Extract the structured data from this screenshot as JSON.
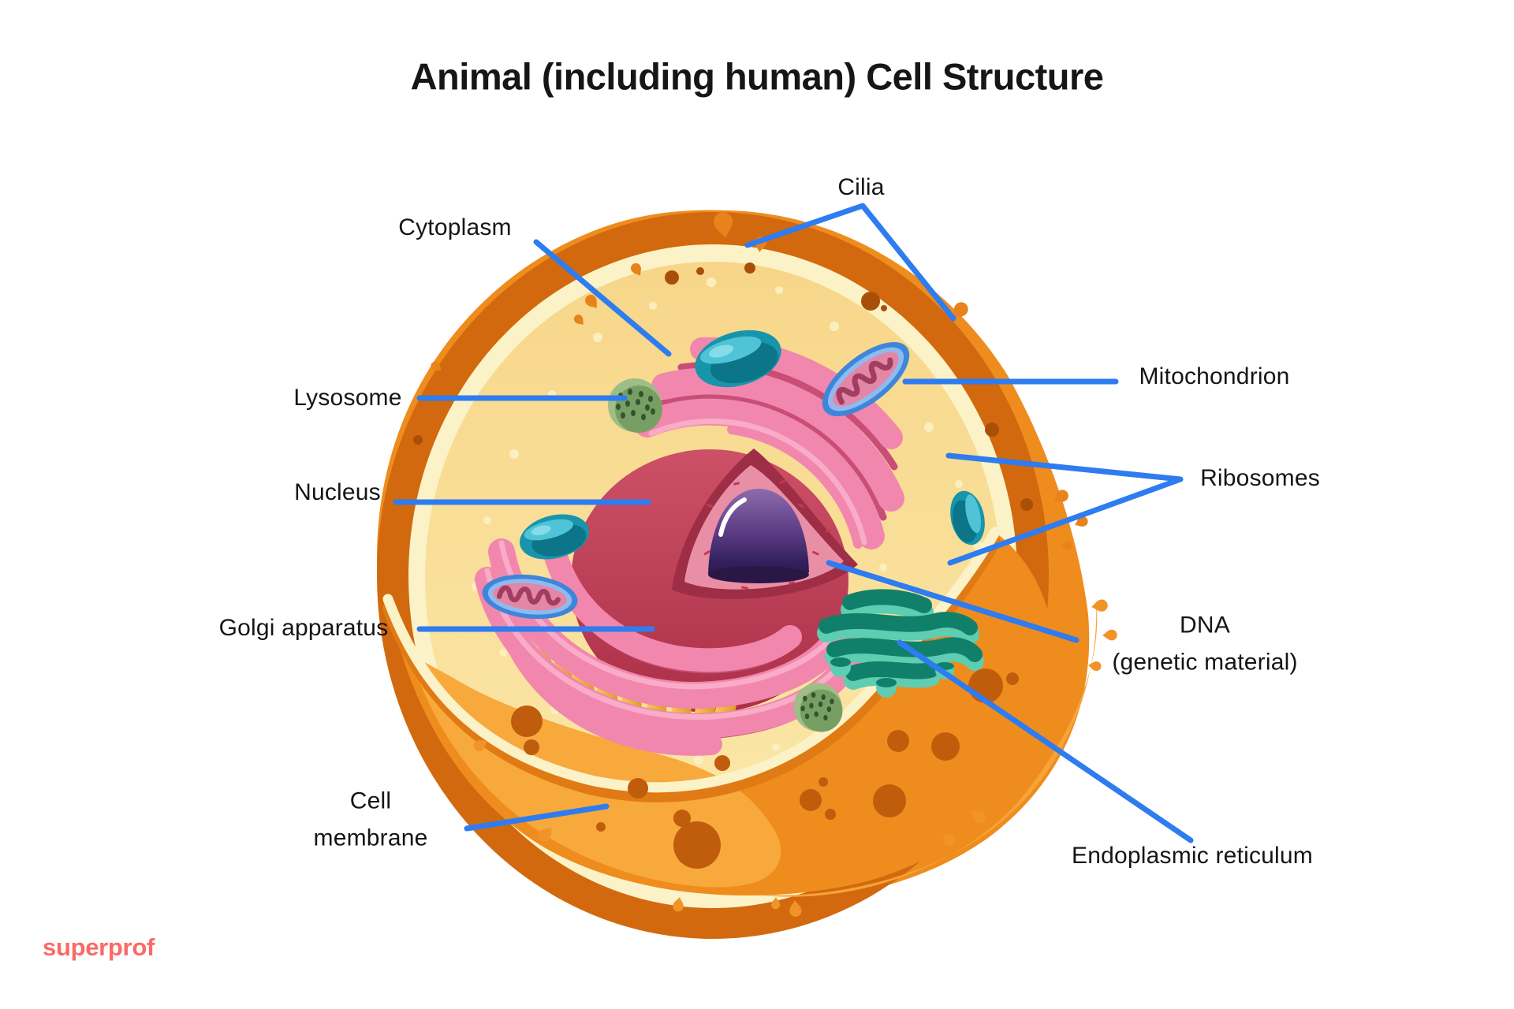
{
  "title": "Animal (including human) Cell Structure",
  "brand": "superprof",
  "accent_color": "#2E7CF0",
  "brand_color": "#F96B66",
  "labels": {
    "cytoplasm": "Cytoplasm",
    "cilia": "Cilia",
    "lysosome": "Lysosome",
    "nucleus": "Nucleus",
    "golgi_apparatus": "Golgi apparatus",
    "cell_membrane": {
      "line1": "Cell",
      "line2": "membrane"
    },
    "mitochondrion": "Mitochondrion",
    "ribosomes": "Ribosomes",
    "dna": {
      "line1": "DNA",
      "line2": "(genetic material)"
    },
    "endoplasmic_reticulum": "Endoplasmic reticulum"
  }
}
